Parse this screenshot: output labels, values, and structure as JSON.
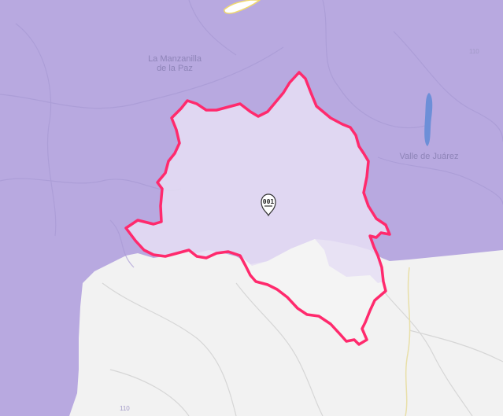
{
  "map": {
    "place_labels": [
      {
        "id": "la-manzanilla",
        "lines": [
          "La Manzanilla",
          "de la Paz"
        ]
      },
      {
        "id": "valle-de-juarez",
        "lines": [
          "Valle de Juárez"
        ]
      }
    ],
    "road_labels": [
      "110",
      "110"
    ],
    "marker": {
      "label": "001",
      "icon": "map-pin-icon"
    },
    "colors": {
      "region_fill": "#b8a9e0",
      "selected_fill": "#e6dff4",
      "outline": "#ff2a6d",
      "land": "#f2f2f2",
      "water": "#6d8fd8",
      "roads": "#d9cfe9"
    }
  }
}
